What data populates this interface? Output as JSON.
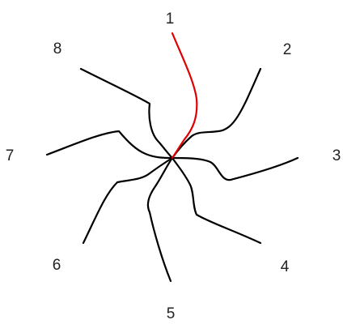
{
  "colors": {
    "default": "#000000",
    "highlight": "#e00000"
  },
  "strands": [
    {
      "label": "1",
      "color": "highlight"
    },
    {
      "label": "2",
      "color": "default"
    },
    {
      "label": "3",
      "color": "default"
    },
    {
      "label": "4",
      "color": "default"
    },
    {
      "label": "5",
      "color": "default"
    },
    {
      "label": "6",
      "color": "default"
    },
    {
      "label": "7",
      "color": "default"
    },
    {
      "label": "8",
      "color": "default"
    }
  ]
}
